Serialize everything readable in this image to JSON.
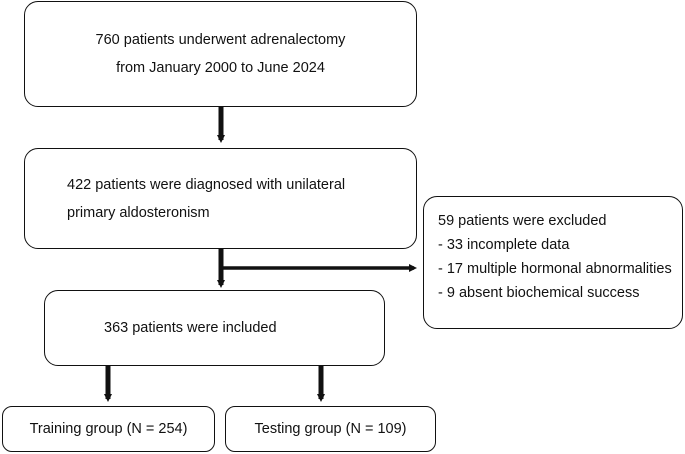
{
  "flowchart": {
    "step1": {
      "lines": [
        "760 patients underwent adrenalectomy",
        "from January 2000 to June 2024"
      ]
    },
    "step2": {
      "lines": [
        "422 patients were diagnosed with unilateral",
        "primary aldosteronism"
      ]
    },
    "excluded": {
      "title": "59 patients were excluded",
      "items": [
        "- 33 incomplete data",
        "- 17 multiple hormonal abnormalities",
        "- 9 absent biochemical success"
      ]
    },
    "step3": {
      "label": "363 patients were included"
    },
    "training": {
      "label": "Training group (N = 254)"
    },
    "testing": {
      "label": "Testing group (N = 109)"
    }
  }
}
